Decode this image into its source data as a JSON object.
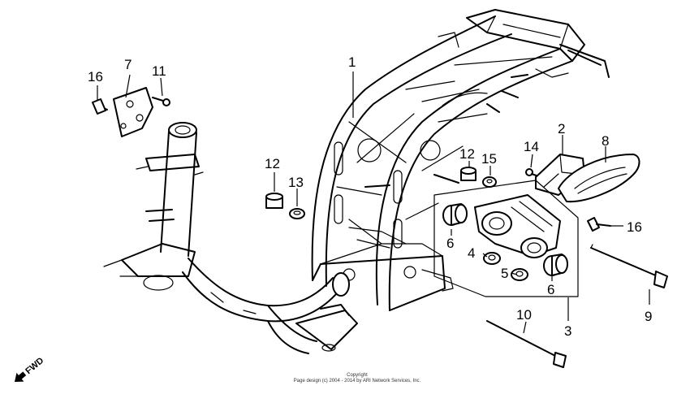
{
  "diagram": {
    "callouts": {
      "c1": "1",
      "c2": "2",
      "c3": "3",
      "c4": "4",
      "c5": "5",
      "c6a": "6",
      "c6b": "6",
      "c7": "7",
      "c8": "8",
      "c9": "9",
      "c10": "10",
      "c11": "11",
      "c12a": "12",
      "c12b": "12",
      "c13": "13",
      "c14": "14",
      "c15": "15",
      "c16a": "16",
      "c16b": "16"
    },
    "direction_label": "FWD"
  },
  "footer": {
    "line1": "Copyright",
    "line2": "Page design (c) 2004 - 2014 by ARI Network Services, Inc."
  }
}
